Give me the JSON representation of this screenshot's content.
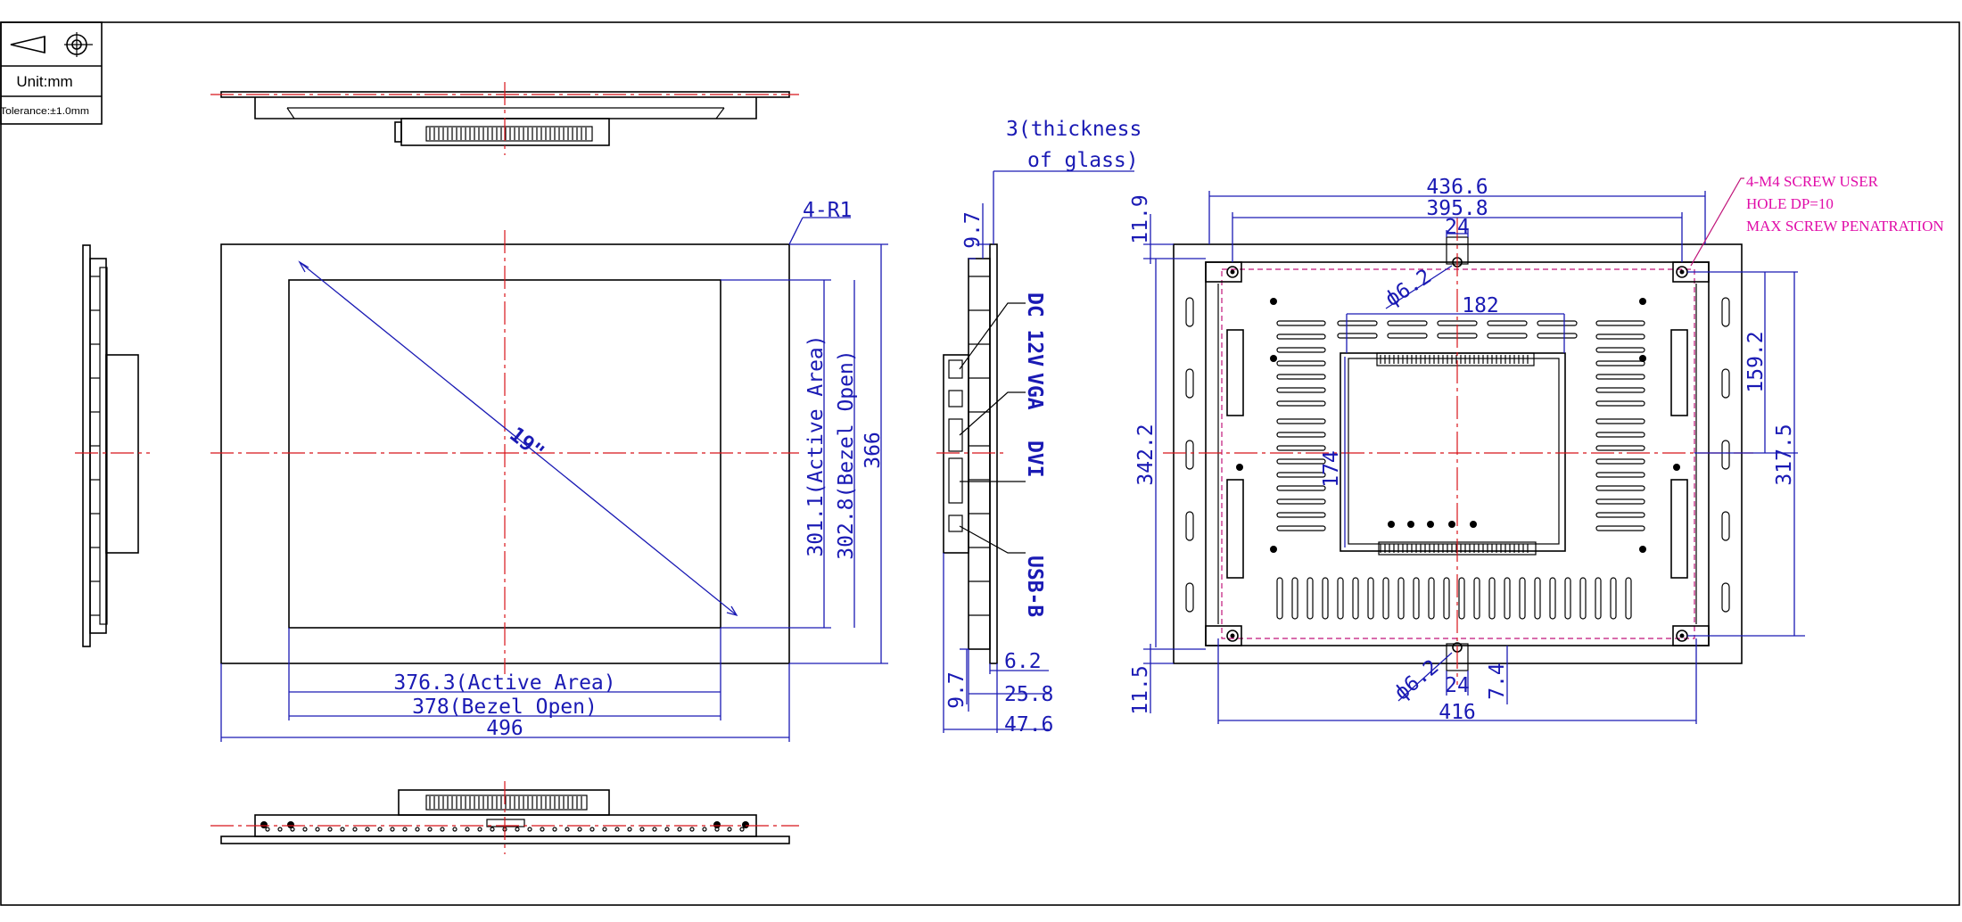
{
  "title_block": {
    "unit_label": "Unit:mm",
    "tolerance_label": "Tolerance:±1.0mm",
    "projection_symbol": "first-angle-projection-icon"
  },
  "front_view": {
    "diagonal_label": "19\"",
    "corner_radius_label": "4-R1",
    "active_height_label": "301.1(Active Area)",
    "bezel_height_label": "302.8(Bezel Open)",
    "outer_height_label": "366",
    "active_width_label": "376.3(Active Area)",
    "bezel_width_label": "378(Bezel Open)",
    "outer_width_label": "496"
  },
  "side_view": {
    "glass_thickness_line1": "3(thickness",
    "glass_thickness_line2": "of glass)",
    "top_offset_label": "9.7",
    "bottom_offset_label": "9.7",
    "port_dc_label": "DC 12V",
    "port_vga_label": "VGA",
    "port_dvi_label": "DVI",
    "port_usb_label": "USB-B",
    "depth_label_1": "6.2",
    "depth_label_2": "25.8",
    "depth_label_3": "47.6"
  },
  "rear_view": {
    "outer_width_label": "436.6",
    "inner_width_label": "395.8",
    "top_slot_width_label": "24",
    "top_margin_label": "11.9",
    "top_hole_label": "ф6.2",
    "board_width_label": "182",
    "board_height_label": "174",
    "half_height_label": "159.2",
    "total_height_label": "342.2",
    "mount_height_label": "317.5",
    "bottom_margin_label": "11.5",
    "bottom_hole_label": "ф6.2",
    "bottom_slot_width_label": "24",
    "bottom_offset_label": "7.4",
    "mount_width_label": "416",
    "screw_note_line1": "4-M4 SCREW USER",
    "screw_note_line2": "HOLE DP=10",
    "screw_note_line3": "MAX SCREW PENATRATION"
  },
  "colors": {
    "outline": "#000000",
    "centerline": "#d8141a",
    "dimension": "#1a1ab4",
    "annotation": "#e00ca8"
  }
}
